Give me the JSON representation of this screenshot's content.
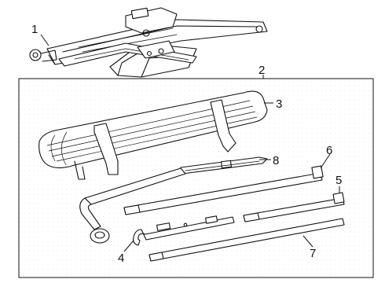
{
  "callouts": {
    "c1": "1",
    "c2": "2",
    "c3": "3",
    "c4": "4",
    "c5": "5",
    "c6": "6",
    "c7": "7",
    "c8": "8"
  },
  "parts": {
    "c1": "scissor-jack",
    "c2": "tool-kit-box",
    "c3": "jack-tool-bag",
    "c4": "lug-wrench-handle",
    "c5": "extension-rod",
    "c6": "extension-rod-long",
    "c7": "extension-rod-straight",
    "c8": "tool-bar-flat"
  },
  "colors": {
    "line": "#111111",
    "background": "#ffffff"
  }
}
